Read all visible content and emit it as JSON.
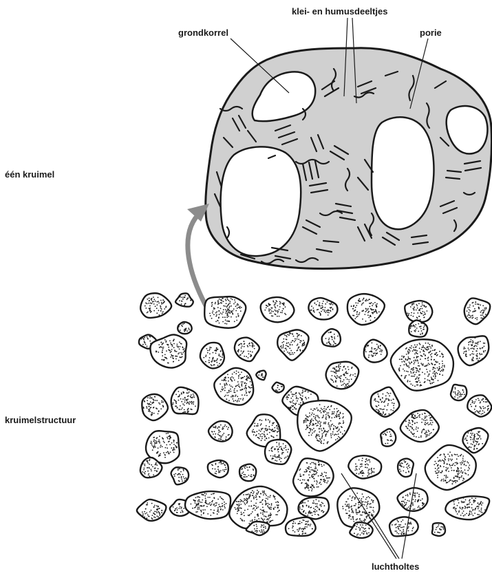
{
  "labels": {
    "klei_humus": "klei- en humusdeeltjes",
    "grondkorrel": "grondkorrel",
    "porie": "porie",
    "een_kruimel": "één kruimel",
    "kruimelstructuur": "kruimelstructuur",
    "luchtholtes": "luchtholtes"
  },
  "colors": {
    "ink": "#1a1a1a",
    "crumb_fill": "#d0d0d0",
    "arrow": "#8c8c8c",
    "pore_fill": "#ffffff"
  }
}
